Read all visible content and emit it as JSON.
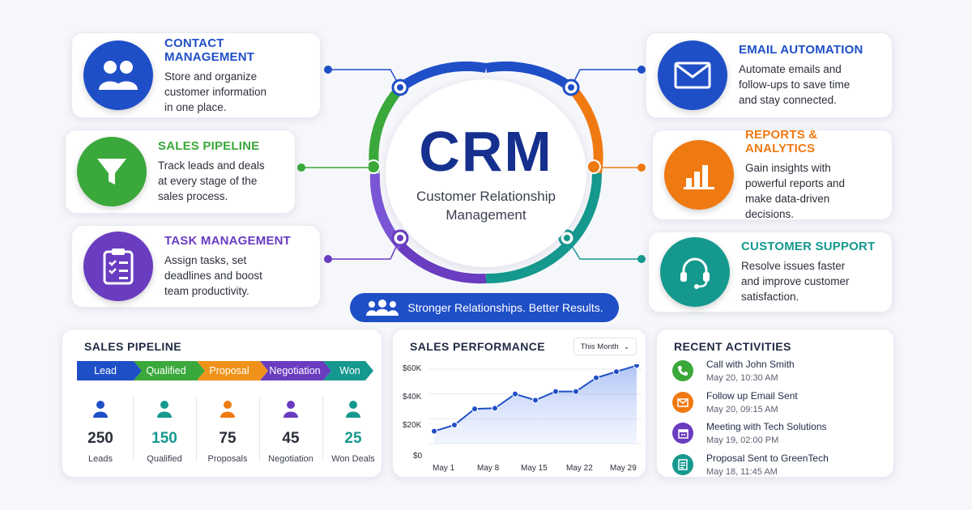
{
  "hub": {
    "title": "CRM",
    "subtitle_line1": "Customer Relationship",
    "subtitle_line2": "Management"
  },
  "tagline": "Stronger Relationships. Better Results.",
  "features": {
    "contact": {
      "title": "CONTACT MANAGEMENT",
      "l1": "Store and organize",
      "l2": "customer information",
      "l3": "in one place.",
      "color": "#1f4fc7"
    },
    "pipeline": {
      "title": "SALES PIPELINE",
      "l1": "Track leads and deals",
      "l2": "at every stage of the",
      "l3": "sales process.",
      "color": "#3aa83a"
    },
    "task": {
      "title": "TASK MANAGEMENT",
      "l1": "Assign tasks, set",
      "l2": "deadlines and boost",
      "l3": "team productivity.",
      "color": "#6a3cc0"
    },
    "email": {
      "title": "EMAIL AUTOMATION",
      "l1": "Automate emails and",
      "l2": "follow-ups to save time",
      "l3": "and stay connected.",
      "color": "#1f4fc7"
    },
    "reports": {
      "title": "REPORTS & ANALYTICS",
      "l1": "Gain insights with",
      "l2": "powerful reports and",
      "l3": "make data-driven",
      "l4": "decisions.",
      "color": "#f07a12"
    },
    "support": {
      "title": "CUSTOMER SUPPORT",
      "l1": "Resolve issues faster",
      "l2": "and improve customer",
      "l3": "satisfaction.",
      "color": "#15998e"
    }
  },
  "pipeline_panel": {
    "title": "SALES PIPELINE",
    "stages": [
      "Lead",
      "Qualified",
      "Proposal",
      "Negotiation",
      "Won"
    ],
    "stats": [
      {
        "value": "250",
        "label": "Leads"
      },
      {
        "value": "150",
        "label": "Qualified"
      },
      {
        "value": "75",
        "label": "Proposals"
      },
      {
        "value": "45",
        "label": "Negotiation"
      },
      {
        "value": "25",
        "label": "Won Deals"
      }
    ]
  },
  "performance": {
    "title": "SALES PERFORMANCE",
    "range": "This Month",
    "chart_data": {
      "type": "area",
      "x": [
        "May 1",
        "May 4",
        "May 6",
        "May 8",
        "May 11",
        "May 15",
        "May 18",
        "May 22",
        "May 24",
        "May 27",
        "May 29"
      ],
      "xticks": [
        "May 1",
        "May 8",
        "May 15",
        "May 22",
        "May 29"
      ],
      "values": [
        10000,
        15000,
        28000,
        28500,
        40000,
        35000,
        42000,
        42000,
        53000,
        58000,
        63000
      ],
      "yticks": [
        "$60K",
        "$40K",
        "$20K",
        "$0"
      ],
      "ylim": [
        0,
        60000
      ]
    }
  },
  "activities": {
    "title": "RECENT ACTIVITIES",
    "items": [
      {
        "title": "Call with John Smith",
        "time": "May 20, 10:30 AM",
        "color": "#3aa83a"
      },
      {
        "title": "Follow up Email Sent",
        "time": "May 20, 09:15 AM",
        "color": "#f07a12"
      },
      {
        "title": "Meeting with Tech Solutions",
        "time": "May 19, 02:00 PM",
        "color": "#6a3cc0"
      },
      {
        "title": "Proposal Sent to GreenTech",
        "time": "May 18, 11:45 AM",
        "color": "#15998e"
      }
    ]
  }
}
